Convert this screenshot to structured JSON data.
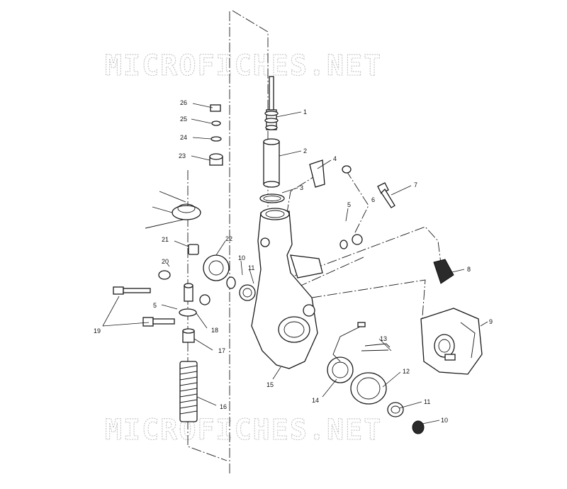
{
  "watermark": {
    "top": "MICROFICHES.NET",
    "bottom": "MICROFICHES.NET"
  },
  "callouts": [
    {
      "id": "c1",
      "label": "1"
    },
    {
      "id": "c2",
      "label": "2"
    },
    {
      "id": "c3",
      "label": "3"
    },
    {
      "id": "c4",
      "label": "4"
    },
    {
      "id": "c5a",
      "label": "5"
    },
    {
      "id": "c5b",
      "label": "5"
    },
    {
      "id": "c6",
      "label": "6"
    },
    {
      "id": "c7",
      "label": "7"
    },
    {
      "id": "c8",
      "label": "8"
    },
    {
      "id": "c9",
      "label": "9"
    },
    {
      "id": "c10a",
      "label": "10"
    },
    {
      "id": "c10b",
      "label": "10"
    },
    {
      "id": "c11a",
      "label": "11"
    },
    {
      "id": "c11b",
      "label": "11"
    },
    {
      "id": "c12",
      "label": "12"
    },
    {
      "id": "c13",
      "label": "13"
    },
    {
      "id": "c14",
      "label": "14"
    },
    {
      "id": "c15",
      "label": "15"
    },
    {
      "id": "c16",
      "label": "16"
    },
    {
      "id": "c17",
      "label": "17"
    },
    {
      "id": "c18",
      "label": "18"
    },
    {
      "id": "c19",
      "label": "19"
    },
    {
      "id": "c20",
      "label": "20"
    },
    {
      "id": "c21",
      "label": "21"
    },
    {
      "id": "c22",
      "label": "22"
    },
    {
      "id": "c23",
      "label": "23"
    },
    {
      "id": "c24",
      "label": "24"
    },
    {
      "id": "c25",
      "label": "25"
    },
    {
      "id": "c26",
      "label": "26"
    }
  ]
}
